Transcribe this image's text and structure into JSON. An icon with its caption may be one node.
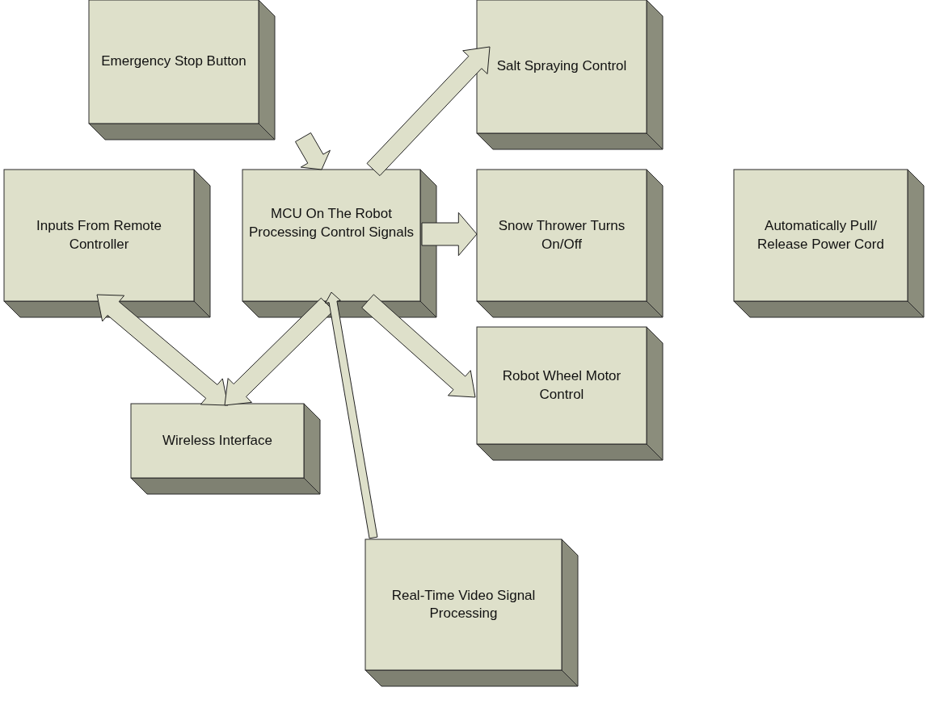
{
  "diagram": {
    "nodes": [
      {
        "text": [
          "Emergency Stop Button"
        ]
      },
      {
        "text": [
          "Salt Spraying Control"
        ]
      },
      {
        "text": [
          "Inputs From Remote Controller"
        ]
      },
      {
        "text": [
          "MCU On The Robot Processing Control Signals"
        ]
      },
      {
        "text": [
          "Snow Thrower Turns On/Off"
        ]
      },
      {
        "text": [
          "Automatically Pull/ Release Power Cord"
        ]
      },
      {
        "text": [
          "Robot Wheel Motor Control"
        ]
      },
      {
        "text": [
          "Wireless Interface"
        ]
      },
      {
        "text": [
          "Real-Time Video Signal Processing"
        ]
      }
    ],
    "edges": [
      {
        "from": 0,
        "to": 3,
        "arrow": "to"
      },
      {
        "from": 3,
        "to": 1,
        "arrow": "to"
      },
      {
        "from": 3,
        "to": 4,
        "arrow": "to"
      },
      {
        "from": 3,
        "to": 6,
        "arrow": "to"
      },
      {
        "from": 2,
        "to": 7,
        "arrow": "both"
      },
      {
        "from": 3,
        "to": 7,
        "arrow": "to"
      },
      {
        "from": 8,
        "to": 3,
        "arrow": "to"
      }
    ]
  }
}
